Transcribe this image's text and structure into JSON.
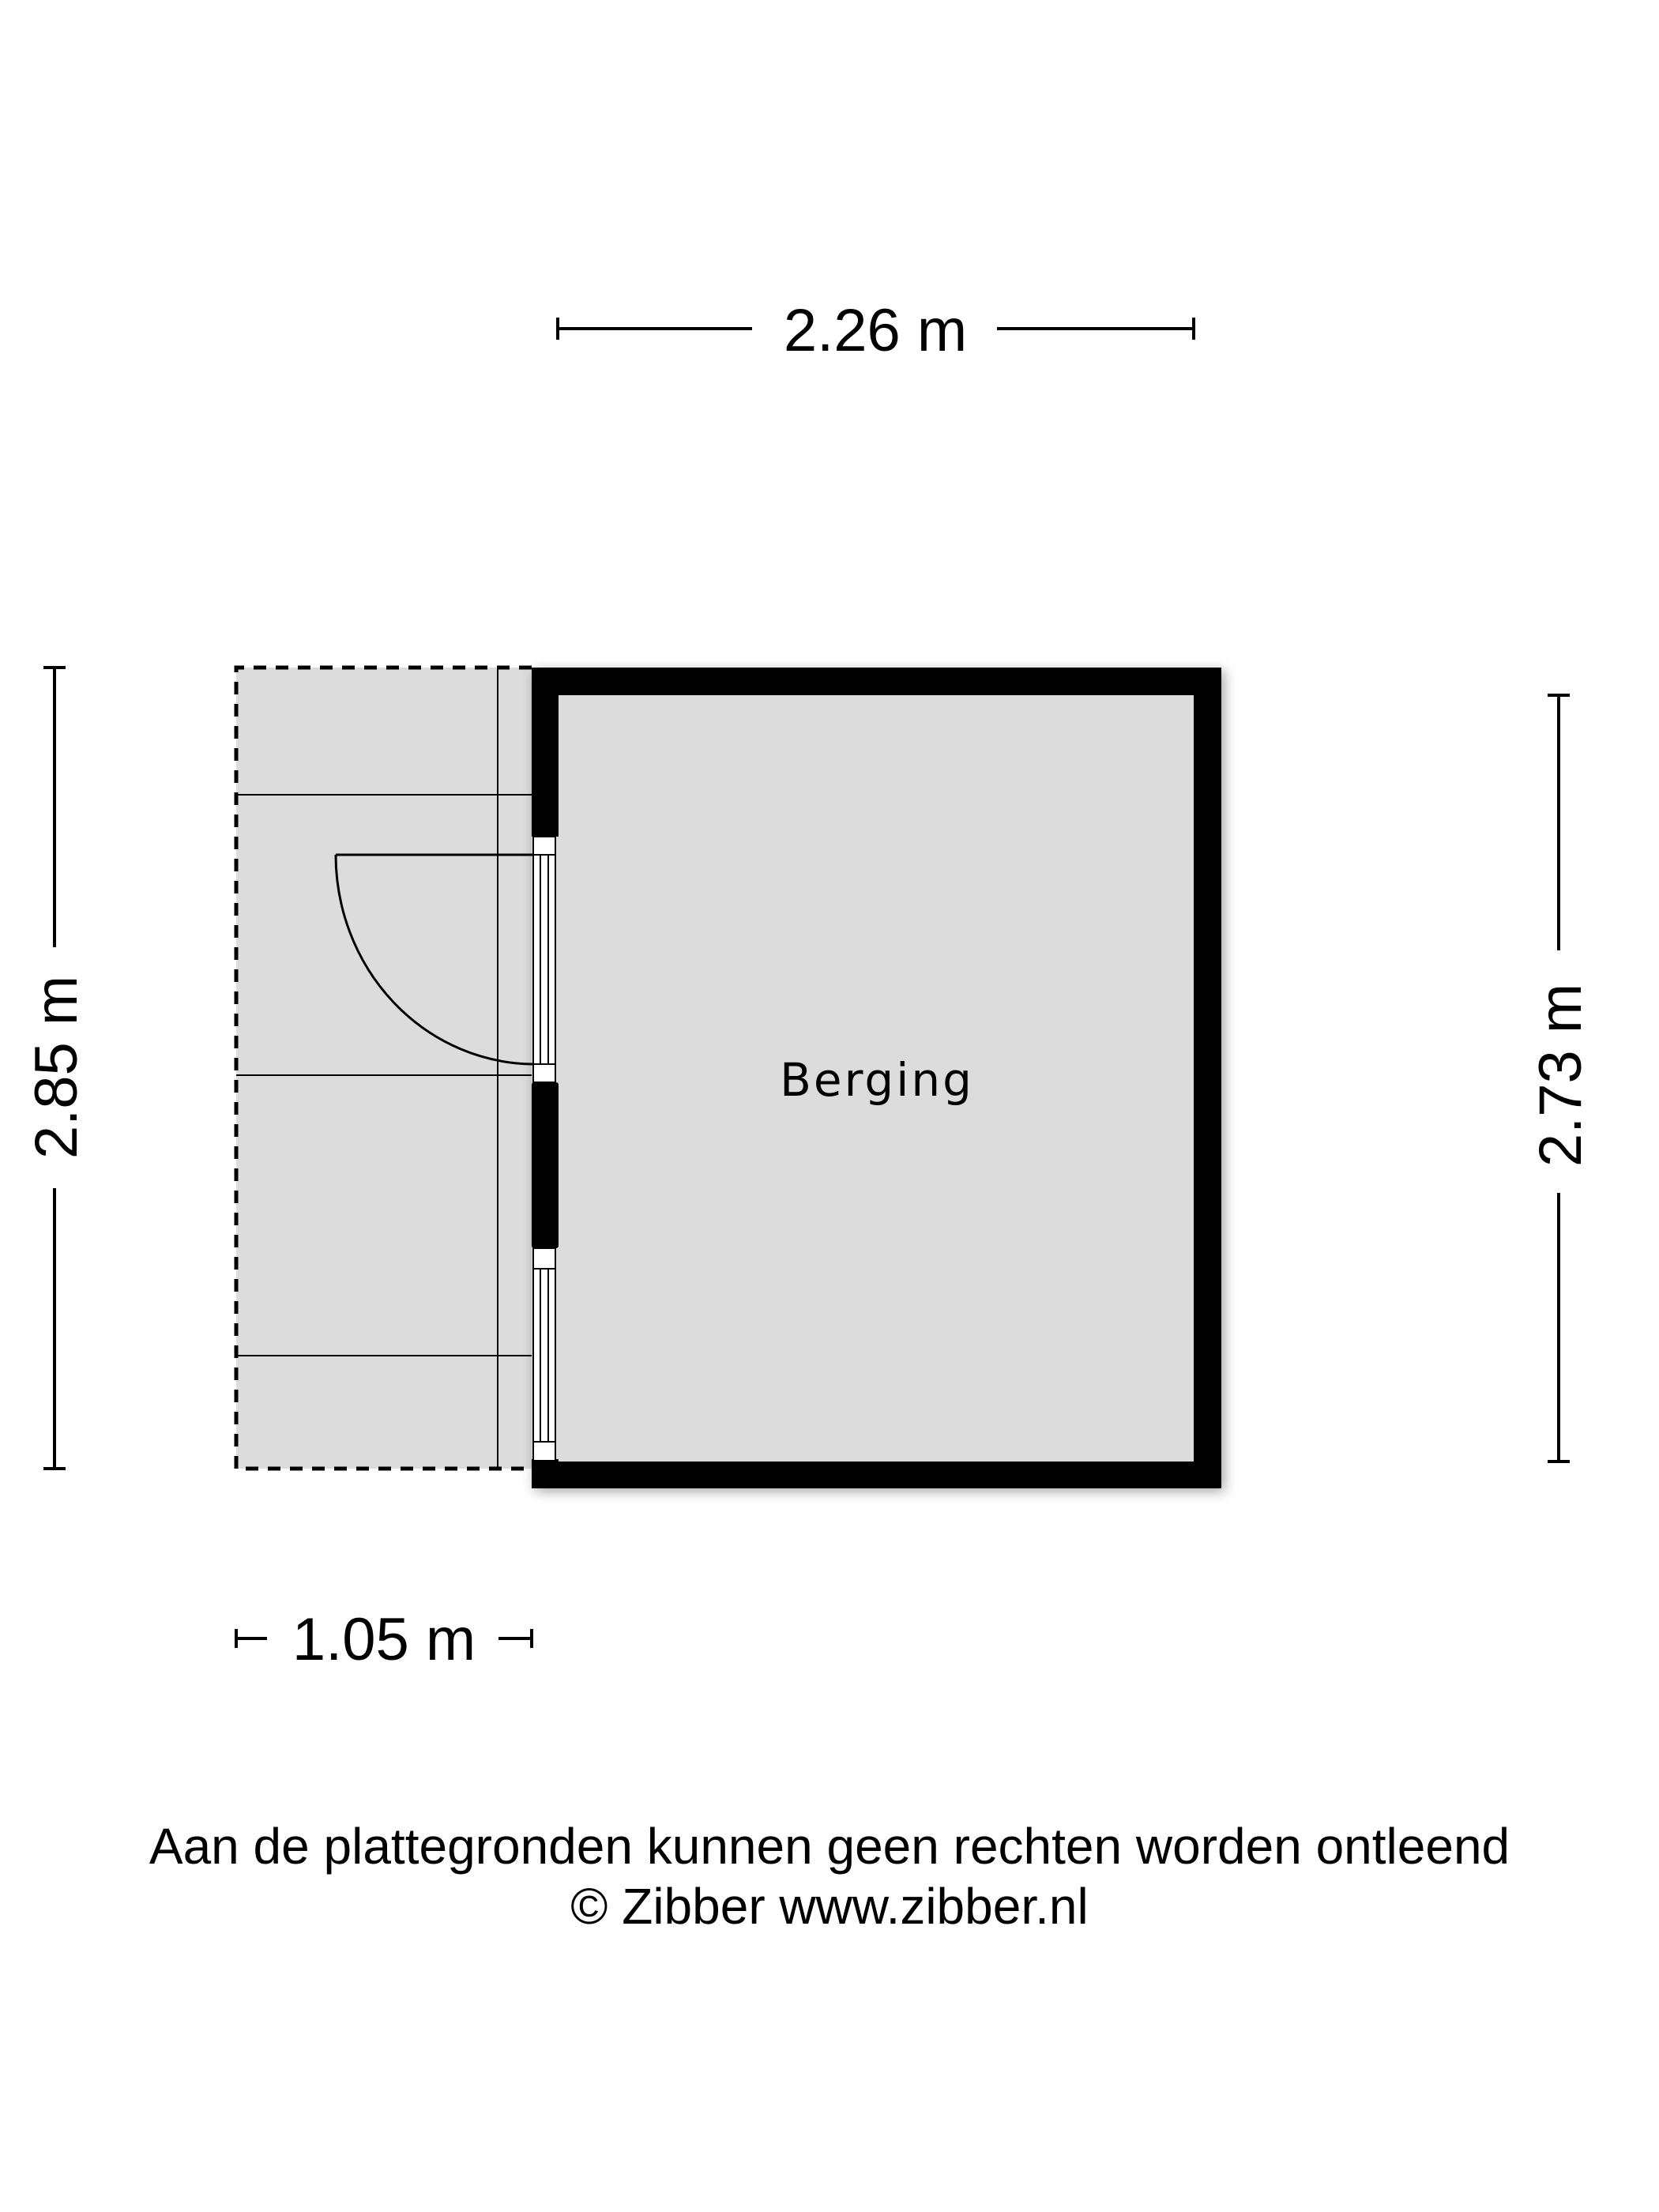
{
  "floorplan": {
    "room": {
      "name": "Berging",
      "fill": "#dcdcdc",
      "wall": "#000000"
    },
    "exterior_area": {
      "fill": "#dcdcdc",
      "outline": "dashed"
    },
    "dimensions": {
      "top_width": "2.26 m",
      "left_height": "2.85 m",
      "right_height": "2.73 m",
      "bottom_width": "1.05 m"
    }
  },
  "footer": {
    "disclaimer": "Aan de plattegronden kunnen geen rechten worden ontleend",
    "copyright": "© Zibber www.zibber.nl"
  }
}
